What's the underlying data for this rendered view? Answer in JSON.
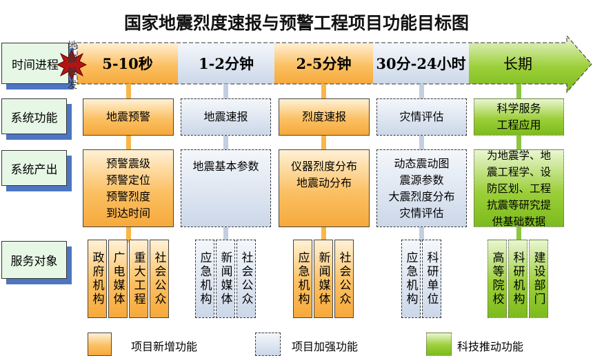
{
  "title": "国家地震烈度速报与预警工程项目功能目标图",
  "row_labels": {
    "time": "时间进程",
    "function": "系统功能",
    "output": "系统产出",
    "service": "服务对象"
  },
  "trigger": "地震触发",
  "columns": [
    {
      "time": "5-10秒",
      "function": "地震预警",
      "output": "预警震级\n预警定位\n预警烈度\n到达时间",
      "services": [
        "政府机构",
        "广电媒体",
        "重大工程",
        "社会公众"
      ]
    },
    {
      "time": "1-2分钟",
      "function": "地震速报",
      "output": "地震基本参数",
      "services": [
        "应急机构",
        "新闻媒体",
        "社会公众"
      ]
    },
    {
      "time": "2-5分钟",
      "function": "烈度速报",
      "output": "仪器烈度分布\n地震动分布",
      "services": [
        "应急机构",
        "新闻媒体",
        "社会公众"
      ]
    },
    {
      "time": "30分-24小时",
      "function": "灾情评估",
      "output": "动态震动图\n震源参数\n大震烈度分布\n灾情评估",
      "services": [
        "应急机构",
        "科研单位"
      ]
    },
    {
      "time": "长期",
      "function": "科学服务\n工程应用",
      "output": "为地震学、地\n震工程学、设\n防区划、工程\n抗震等研究提\n供基础数据",
      "services": [
        "高等院校",
        "科研机构",
        "建设部门"
      ]
    }
  ],
  "legend": [
    "项目新增功能",
    "项目加强功能",
    "科技推动功能"
  ],
  "colors": {
    "new": "#f6a93b",
    "enhanced": "#dce4f0",
    "tech": "#8dc63f",
    "shadow": "#4d75c2"
  }
}
